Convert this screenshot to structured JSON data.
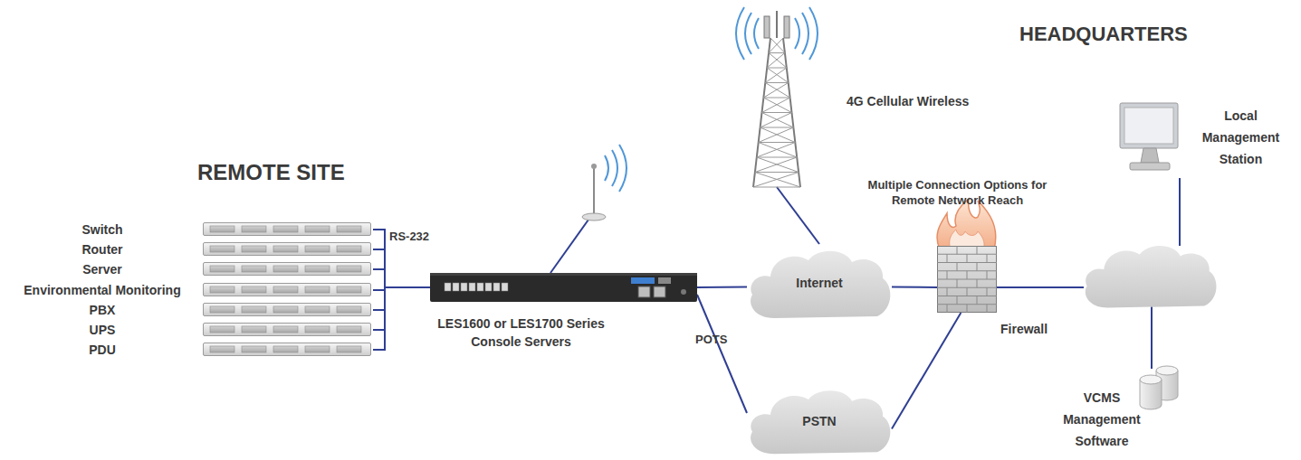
{
  "diagram": {
    "nodes": [
      {
        "text": [
          "Switch"
        ]
      },
      {
        "text": [
          "Router"
        ]
      },
      {
        "text": [
          "Server"
        ]
      },
      {
        "text": [
          "Environmental Monitoring"
        ]
      },
      {
        "text": [
          "PBX"
        ]
      },
      {
        "text": [
          "UPS"
        ]
      },
      {
        "text": [
          "PDU"
        ]
      },
      {
        "text": [
          "LES1600 or LES1700 Series Console Servers"
        ]
      },
      {
        "text": [
          "4G Cellular Wireless"
        ]
      },
      {
        "text": [
          "Internet"
        ]
      },
      {
        "text": [
          "PSTN"
        ]
      },
      {
        "text": [
          "Firewall"
        ]
      },
      {
        "text": [
          "Local Management Station"
        ]
      },
      {
        "text": [
          "VCMS Management Software"
        ]
      }
    ],
    "edges": [
      {
        "from": 0,
        "to": 7,
        "arrow": "none"
      },
      {
        "from": 1,
        "to": 7,
        "arrow": "none"
      },
      {
        "from": 2,
        "to": 7,
        "arrow": "none"
      },
      {
        "from": 3,
        "to": 7,
        "arrow": "none"
      },
      {
        "from": 4,
        "to": 7,
        "arrow": "none"
      },
      {
        "from": 5,
        "to": 7,
        "arrow": "none"
      },
      {
        "from": 6,
        "to": 7,
        "arrow": "none"
      },
      {
        "from": 7,
        "to": 9,
        "arrow": "none"
      },
      {
        "from": 7,
        "to": 10,
        "label": "POTS",
        "arrow": "none"
      },
      {
        "from": 8,
        "to": 9,
        "arrow": "none"
      },
      {
        "from": 9,
        "to": 11,
        "arrow": "none"
      },
      {
        "from": 10,
        "to": 11,
        "arrow": "none"
      }
    ],
    "labels": [
      "REMOTE SITE",
      "RS-232",
      "HEADQUARTERS",
      "Multiple Connection Options for Remote Network Reach"
    ]
  }
}
